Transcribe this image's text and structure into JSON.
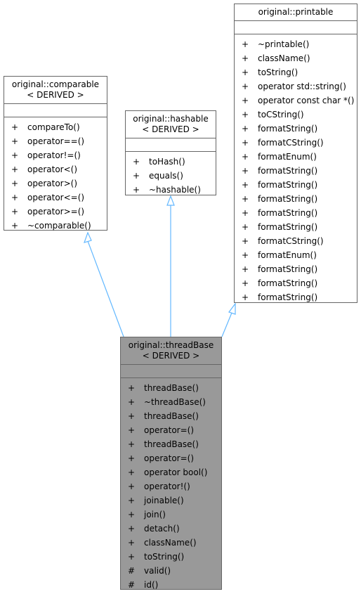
{
  "colors": {
    "edge": "#63b8ff",
    "border": "#666666",
    "highlight_fill": "#999999"
  },
  "classes": {
    "comparable": {
      "title_line1": "original::comparable",
      "title_line2": "< DERIVED >",
      "ops": [
        {
          "vis": "+",
          "name": "compareTo()"
        },
        {
          "vis": "+",
          "name": "operator==()"
        },
        {
          "vis": "+",
          "name": "operator!=()"
        },
        {
          "vis": "+",
          "name": "operator<()"
        },
        {
          "vis": "+",
          "name": "operator>()"
        },
        {
          "vis": "+",
          "name": "operator<=()"
        },
        {
          "vis": "+",
          "name": "operator>=()"
        },
        {
          "vis": "+",
          "name": "~comparable()"
        }
      ]
    },
    "hashable": {
      "title_line1": "original::hashable",
      "title_line2": "< DERIVED >",
      "ops": [
        {
          "vis": "+",
          "name": "toHash()"
        },
        {
          "vis": "+",
          "name": "equals()"
        },
        {
          "vis": "+",
          "name": "~hashable()"
        }
      ]
    },
    "printable": {
      "title_line1": "original::printable",
      "ops": [
        {
          "vis": "+",
          "name": "~printable()"
        },
        {
          "vis": "+",
          "name": "className()"
        },
        {
          "vis": "+",
          "name": "toString()"
        },
        {
          "vis": "+",
          "name": "operator std::string()"
        },
        {
          "vis": "+",
          "name": "operator const char *()"
        },
        {
          "vis": "+",
          "name": "toCString()"
        },
        {
          "vis": "+",
          "name": "formatString()"
        },
        {
          "vis": "+",
          "name": "formatCString()"
        },
        {
          "vis": "+",
          "name": "formatEnum()"
        },
        {
          "vis": "+",
          "name": "formatString()"
        },
        {
          "vis": "+",
          "name": "formatString()"
        },
        {
          "vis": "+",
          "name": "formatString()"
        },
        {
          "vis": "+",
          "name": "formatString()"
        },
        {
          "vis": "+",
          "name": "formatString()"
        },
        {
          "vis": "+",
          "name": "formatCString()"
        },
        {
          "vis": "+",
          "name": "formatEnum()"
        },
        {
          "vis": "+",
          "name": "formatString()"
        },
        {
          "vis": "+",
          "name": "formatString()"
        },
        {
          "vis": "+",
          "name": "formatString()"
        }
      ]
    },
    "threadBase": {
      "title_line1": "original::threadBase",
      "title_line2": "< DERIVED >",
      "ops": [
        {
          "vis": "+",
          "name": "threadBase()"
        },
        {
          "vis": "+",
          "name": "~threadBase()"
        },
        {
          "vis": "+",
          "name": "threadBase()"
        },
        {
          "vis": "+",
          "name": "operator=()"
        },
        {
          "vis": "+",
          "name": "threadBase()"
        },
        {
          "vis": "+",
          "name": "operator=()"
        },
        {
          "vis": "+",
          "name": "operator bool()"
        },
        {
          "vis": "+",
          "name": "operator!()"
        },
        {
          "vis": "+",
          "name": "joinable()"
        },
        {
          "vis": "+",
          "name": "join()"
        },
        {
          "vis": "+",
          "name": "detach()"
        },
        {
          "vis": "+",
          "name": "className()"
        },
        {
          "vis": "+",
          "name": "toString()"
        },
        {
          "vis": "#",
          "name": "valid()"
        },
        {
          "vis": "#",
          "name": "id()"
        }
      ]
    }
  }
}
